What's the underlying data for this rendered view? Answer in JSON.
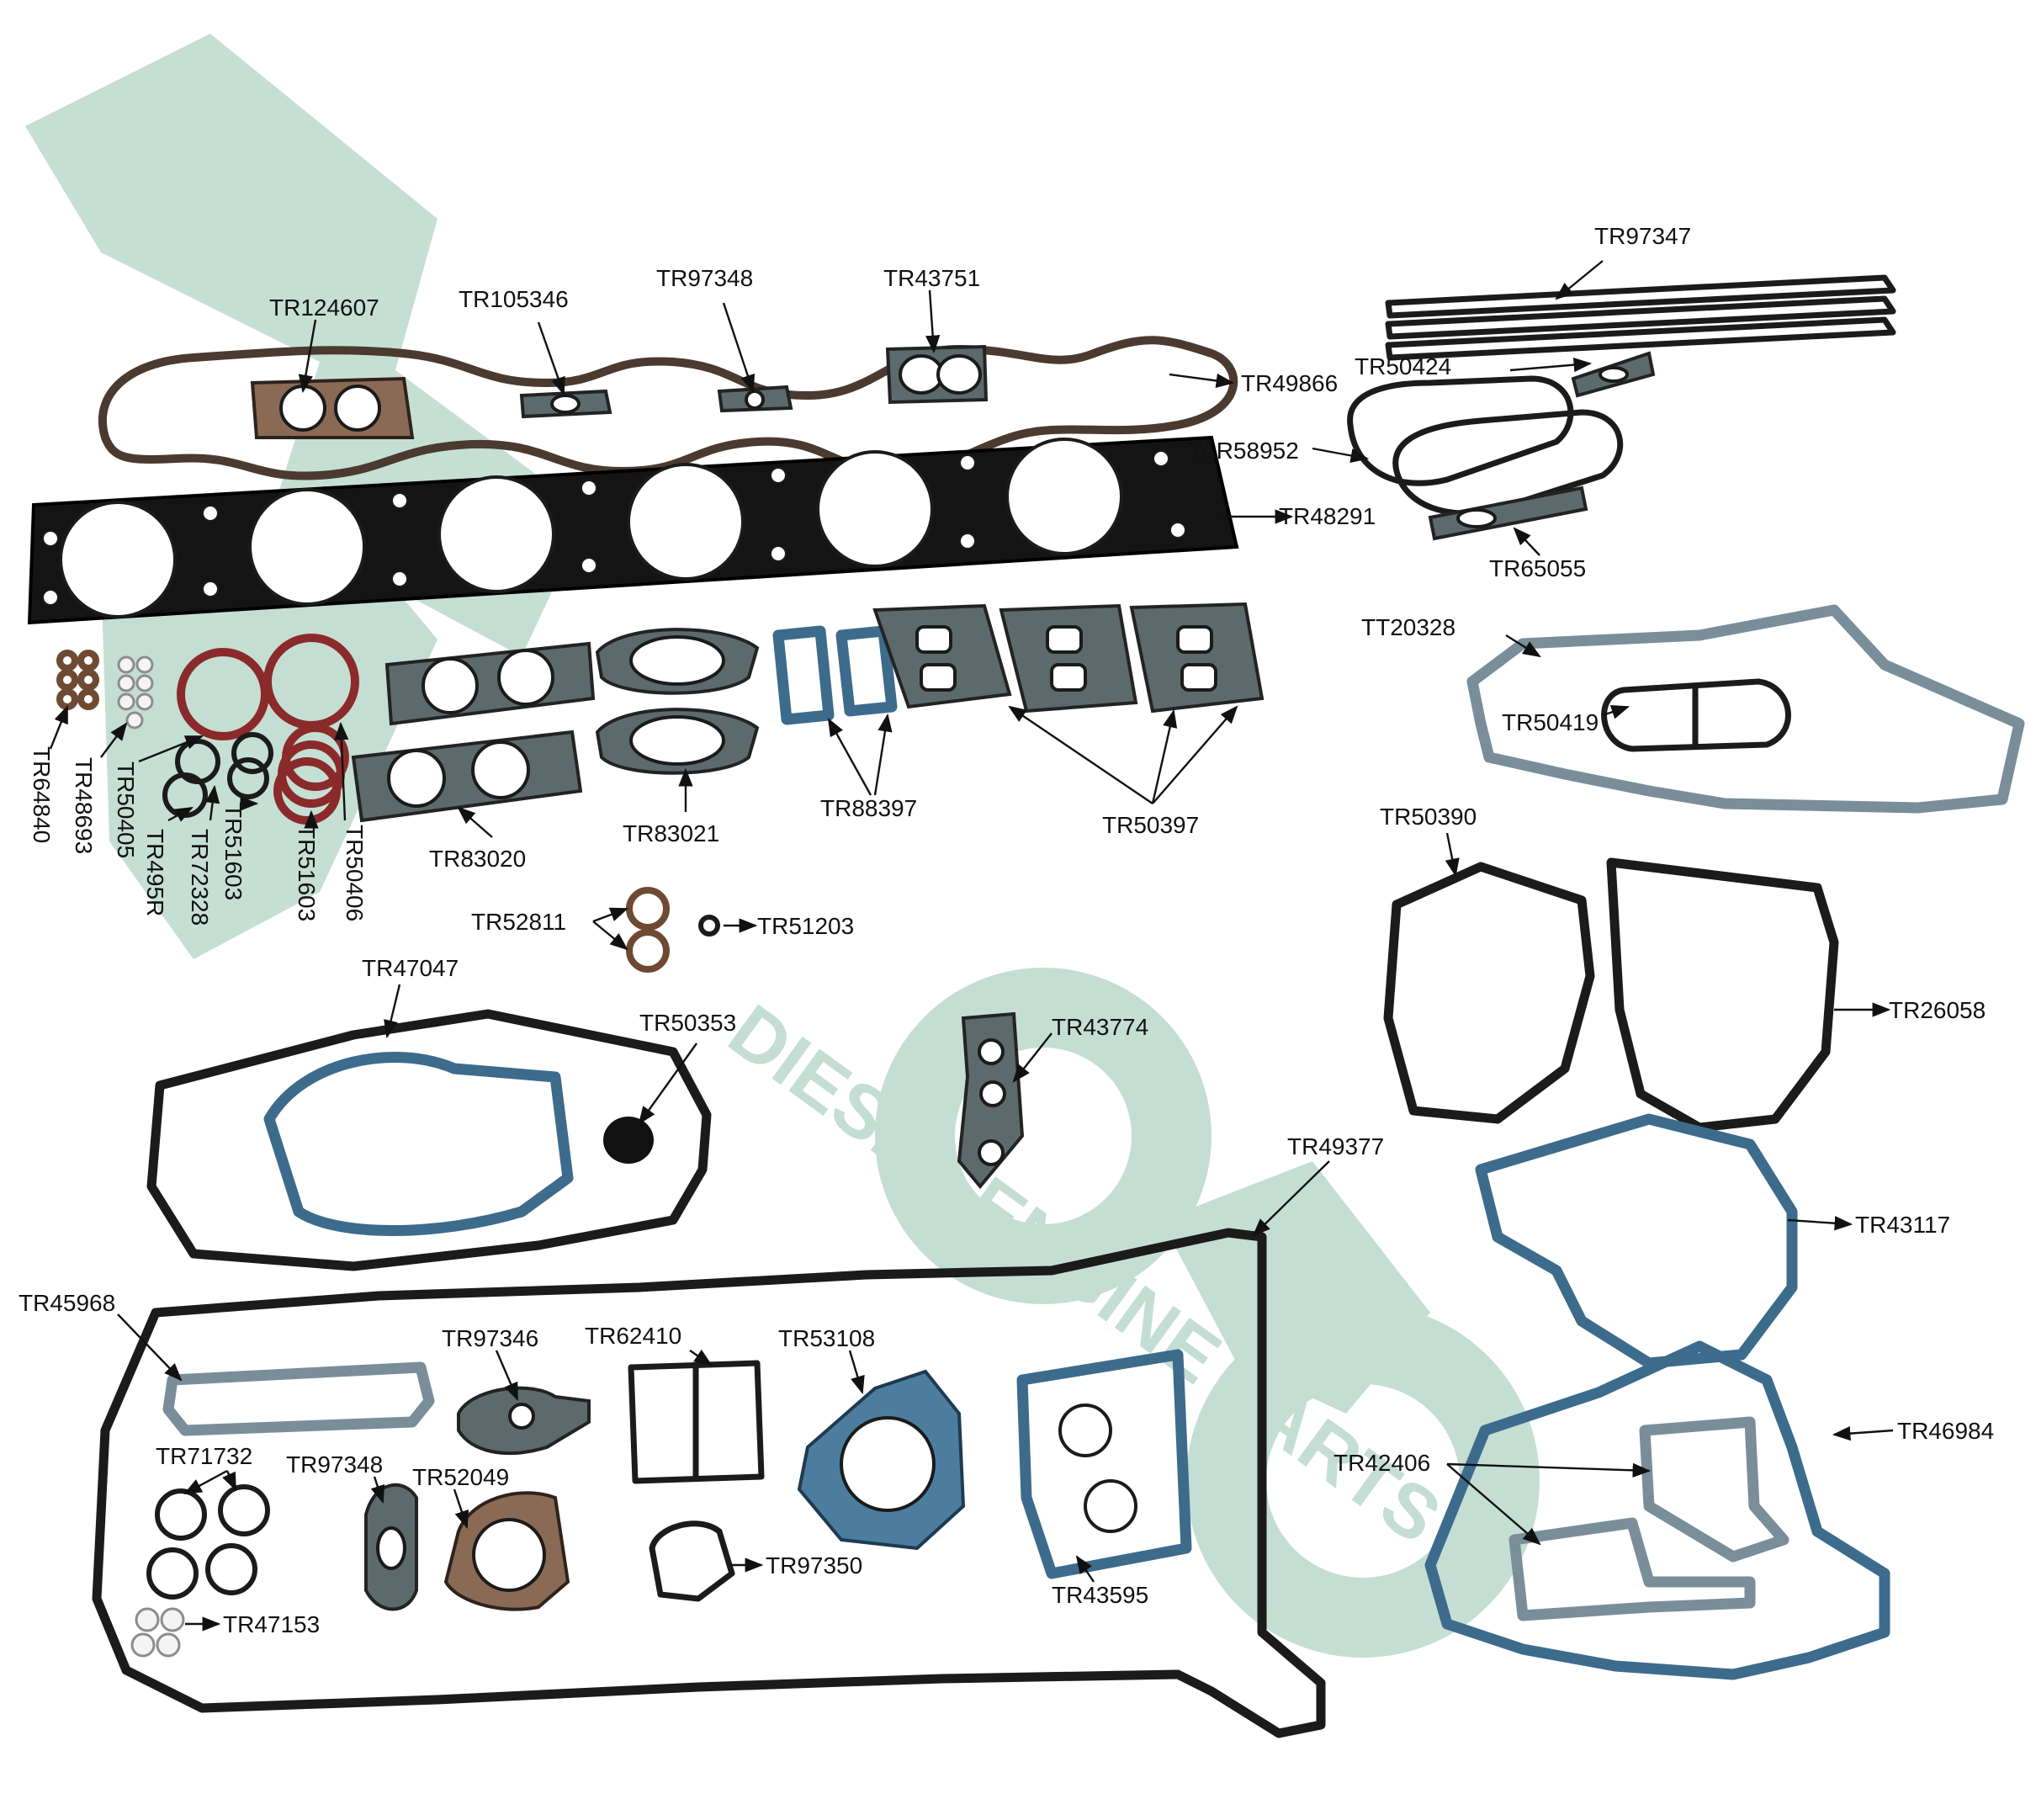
{
  "watermark": {
    "brand_color": "#bcd9cd",
    "text": "DIESEL ENGINE PARTS"
  },
  "colors": {
    "black_gasket": "#1b1b1b",
    "blue_gasket": "#4d7d9e",
    "copper_seal": "#8b2a2a",
    "label_text": "#111111"
  },
  "labels": {
    "tr97347": "TR97347",
    "tr124607": "TR124607",
    "tr105346": "TR105346",
    "tr97348_top": "TR97348",
    "tr43751": "TR43751",
    "tr50424": "TR50424",
    "tr49866": "TR49866",
    "tar58952": "TAR58952",
    "tr48291": "TR48291",
    "tr65055": "TR65055",
    "tt20328": "TT20328",
    "tr50419": "TR50419",
    "tr64840": "TR64840",
    "tr48693": "TR48693",
    "tr50405": "TR50405",
    "tr495r": "TR495R",
    "tr72328": "TR72328",
    "tr51603_a": "TR51603",
    "tr51603_b": "TR51603",
    "tr50406": "TR50406",
    "tr83020": "TR83020",
    "tr83021": "TR83021",
    "tr88397": "TR88397",
    "tr50397": "TR50397",
    "tr50390": "TR50390",
    "tr52811": "TR52811",
    "tr51203": "TR51203",
    "tr26058": "TR26058",
    "tr47047": "TR47047",
    "tr50353": "TR50353",
    "tr43774": "TR43774",
    "tr49377": "TR49377",
    "tr43117": "TR43117",
    "tr45968": "TR45968",
    "tr97346": "TR97346",
    "tr62410": "TR62410",
    "tr53108": "TR53108",
    "tr46984": "TR46984",
    "tr71732": "TR71732",
    "tr97348_bottom": "TR97348",
    "tr52049": "TR52049",
    "tr42406": "TR42406",
    "tr97350": "TR97350",
    "tr43595": "TR43595",
    "tr47153": "TR47153"
  }
}
